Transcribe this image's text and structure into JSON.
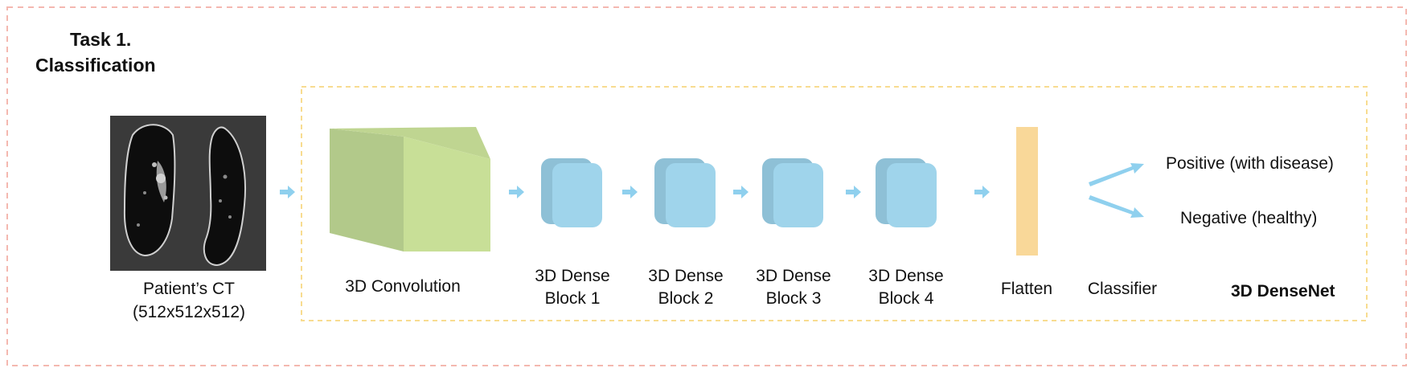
{
  "task": {
    "line1": "Task 1.",
    "line2": "Classification"
  },
  "input": {
    "label_line1": "Patient’s CT",
    "label_line2": "(512x512x512)"
  },
  "conv": {
    "label": "3D Convolution"
  },
  "dense_blocks": [
    {
      "line1": "3D Dense",
      "line2": "Block 1"
    },
    {
      "line1": "3D Dense",
      "line2": "Block 2"
    },
    {
      "line1": "3D Dense",
      "line2": "Block 3"
    },
    {
      "line1": "3D Dense",
      "line2": "Block 4"
    }
  ],
  "flatten": {
    "label": "Flatten"
  },
  "classifier": {
    "label": "Classifier"
  },
  "outputs": {
    "positive": "Positive (with disease)",
    "negative": "Negative (healthy)"
  },
  "network": {
    "name": "3D DenseNet"
  },
  "colors": {
    "outer_border": "#f4b8b0",
    "inner_border": "#f8dc90",
    "conv_front": "#c8df97",
    "conv_side": "#b2c98a",
    "conv_top": "#bfd591",
    "dense_front": "#9fd4eb",
    "dense_side": "#8ec0d6",
    "flatten": "#f9d899",
    "arrow": "#8fd0ee"
  }
}
